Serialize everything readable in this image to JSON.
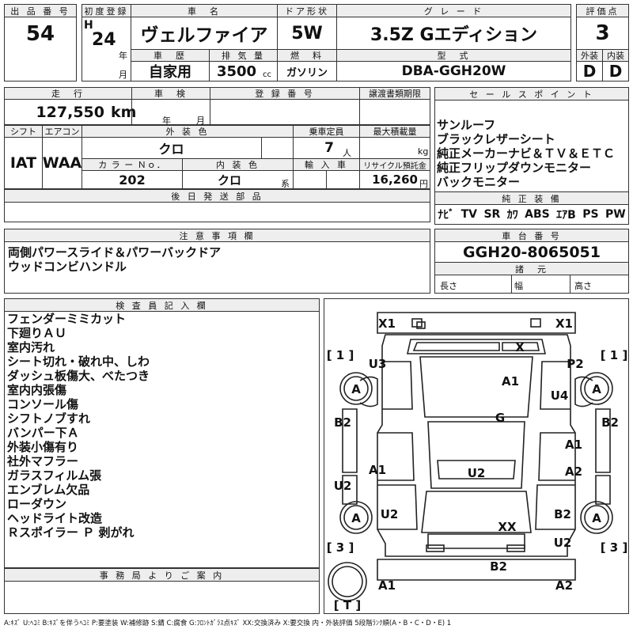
{
  "header": {
    "lot_label": "出 品 番 号",
    "lot": "54",
    "first_reg_label": "初度登録",
    "era": "H",
    "year": "24",
    "year_unit": "年",
    "month_unit": "月",
    "name_label": "車　名",
    "name": "ヴェルファイア",
    "doors_label": "ドア形状",
    "doors": "5W",
    "grade_label": "グ レ ー ド",
    "grade": "3.5Z  Gエディション",
    "score_label": "評価点",
    "score": "3",
    "history_label": "車　歴",
    "history": "自家用",
    "displacement_label": "排 気 量",
    "displacement": "3500",
    "displacement_unit": "cc",
    "fuel_label": "燃　料",
    "fuel": "ガソリン",
    "model_label": "型　式",
    "model": "DBA-GGH20W",
    "exterior_label": "外装",
    "exterior": "D",
    "interior_label": "内装",
    "interior": "D"
  },
  "row2": {
    "mileage_label": "走　行",
    "mileage": "127,550",
    "mileage_unit": "km",
    "inspection_label": "車　検",
    "inspection_year": "年",
    "inspection_month": "月",
    "reg_no_label": "登 録 番 号",
    "transfer_label": "譲渡書類期限"
  },
  "row3": {
    "shift_label": "シフト",
    "shift": "IAT",
    "ac_label": "エアコン",
    "ac": "WAA",
    "ext_color_label": "外 装 色",
    "ext_color": "クロ",
    "capacity_label": "乗車定員",
    "capacity": "7",
    "capacity_unit": "人",
    "load_label": "最大積載量",
    "load_unit": "kg",
    "color_no_label": "カ ラ ー Ｎｏ．",
    "color_no": "202",
    "int_color_label": "内 装 色",
    "int_color": "クロ",
    "int_color_unit": "系",
    "import_label": "輸 入 車",
    "recycle_label": "リサイクル預託金",
    "recycle": "16,260",
    "recycle_unit": "円"
  },
  "later_parts_label": "後 日 発 送 部 品",
  "sales": {
    "label": "セ ー ル ス ポ イ ン ト",
    "items": [
      "サンルーフ",
      "ブラックレザーシート",
      "純正メーカーナビ＆ＴＶ＆ＥＴＣ",
      "純正フリップダウンモニター",
      "バックモニター"
    ]
  },
  "equipment": {
    "label": "純 正 装 備",
    "items": [
      "ﾅﾋﾞ",
      "TV",
      "SR",
      "ｶﾜ",
      "ABS",
      "ｴｱB",
      "PS",
      "PW"
    ]
  },
  "notes": {
    "label": "注 意 事 項 欄",
    "items": [
      "両側パワースライド＆パワーバックドア",
      "ウッドコンビハンドル"
    ]
  },
  "chassis": {
    "label": "車 台 番 号",
    "value": "GGH20-8065051",
    "dims_label": "諸　元",
    "length": "長さ",
    "width": "幅",
    "height": "高さ"
  },
  "inspector": {
    "label": "検 査 員 記 入 欄",
    "items": [
      "フェンダーミミカット",
      "下廻りＡＵ",
      "室内汚れ",
      "シート切れ・破れ中、しわ",
      "ダッシュ板傷大、べたつき",
      "室内内張傷",
      "コンソール傷",
      "シフトノブすれ",
      "バンパー下Ａ",
      "外装小傷有り",
      "社外マフラー",
      "ガラスフィルム張",
      "エンブレム欠品",
      "ローダウン",
      "ヘッドライト改造",
      "Ｒスポイラー Ｐ 剥がれ"
    ]
  },
  "office": {
    "label": "事 務 局 よ り ご 案 内"
  },
  "diagram": {
    "tl": "X1",
    "tr": "X1",
    "windshield": "X",
    "u3": "U3",
    "a1_hood": "A1",
    "p2": "P2",
    "u4": "U4",
    "a_lf": "A",
    "a_rf": "A",
    "b2_l": "B2",
    "b2_r": "B2",
    "g": "G",
    "a1_rf_door": "A1",
    "a1_l": "A1",
    "a2_r": "A2",
    "u2_l": "U2",
    "u2_c": "U2",
    "u2_lr": "U2",
    "xx": "XX",
    "a_lr": "A",
    "a_rr": "A",
    "b2_rr": "B2",
    "u2_rr": "U2",
    "b2_rear": "B2",
    "a1_bl": "A1",
    "a2_br": "A2",
    "mark1_l": "[ 1 ]",
    "mark1_r": "[ 1 ]",
    "mark3_l": "[ 3 ]",
    "mark3_r": "[ 3 ]",
    "mark_t": "[ T ]"
  },
  "legend": "A:ｷｽﾞ  U:ﾍｺﾐ  B:ｷｽﾞを伴うﾍｺﾐ  P:要塗装  W:補修跡  S:錆  C:腐食  G:ﾌﾛﾝﾄｶﾞﾗｽ点ｷｽﾞ  XX:交換済み  X:要交換   内・外装評価  5段階ﾗﾝｸ順(A・B・C・D・E) 1"
}
